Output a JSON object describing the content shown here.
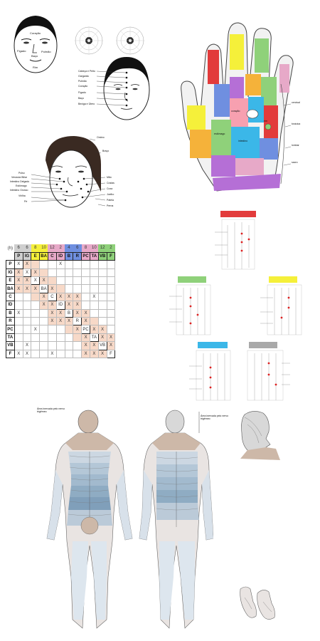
{
  "face_top": {
    "labels": [
      "Coração",
      "Fígado",
      "Baço",
      "Pulmão",
      "Rim"
    ]
  },
  "face_right": {
    "labels": [
      "Cabeça e Peito",
      "Garganta",
      "Pulmão",
      "Coração",
      "Fígado",
      "Baço",
      "Bexiga e Útero"
    ]
  },
  "face_bottom": {
    "labels_left": [
      "Pulso",
      "Vesícula Biliar",
      "Intestino Delgado",
      "Estômago",
      "Intestino Grosso",
      "Virilha",
      "Pé"
    ],
    "labels_right": [
      "Ombro",
      "Braço",
      "Mão",
      "Costas",
      "Coxa",
      "Joelho",
      "Patela",
      "Perna"
    ]
  },
  "hand": {
    "labels": [
      "cervical",
      "torácica",
      "lombar",
      "sacro",
      "coração",
      "estômago",
      "rim",
      "intestino"
    ]
  },
  "grid": {
    "corner": "(h)",
    "hours": [
      "6",
      "6",
      "8",
      "10",
      "12",
      "2",
      "4",
      "6",
      "8",
      "10",
      "12",
      "2"
    ],
    "hour_colors": [
      "#cfcfcf",
      "#cfcfcf",
      "#f5f03a",
      "#f5f03a",
      "#e7a9c8",
      "#e7a9c8",
      "#6f8fe0",
      "#6f8fe0",
      "#e7a9c8",
      "#e7a9c8",
      "#8fd17a",
      "#8fd17a"
    ],
    "cols": [
      "P",
      "IG",
      "E",
      "BA",
      "C",
      "ID",
      "B",
      "R",
      "PC",
      "TA",
      "VB",
      "F"
    ],
    "rows": [
      {
        "name": "P",
        "cells": [
          "X",
          "X",
          "",
          "",
          "",
          "X",
          "",
          "",
          "",
          "",
          "",
          ""
        ]
      },
      {
        "name": "IG",
        "cells": [
          "X",
          "X",
          "X",
          "",
          "",
          "",
          "",
          "",
          "",
          "",
          "",
          ""
        ]
      },
      {
        "name": "E",
        "cells": [
          "X",
          "X",
          "X",
          "X",
          "",
          "",
          "",
          "",
          "",
          "",
          "",
          ""
        ]
      },
      {
        "name": "BA",
        "cells": [
          "X",
          "X",
          "X",
          "BA",
          "X",
          "",
          "",
          "",
          "",
          "",
          "",
          ""
        ]
      },
      {
        "name": "C",
        "cells": [
          "",
          "",
          "",
          "X",
          "C",
          "X",
          "X",
          "X",
          "",
          "X",
          "",
          ""
        ]
      },
      {
        "name": "ID",
        "cells": [
          "",
          "",
          "",
          "X",
          "X",
          "ID",
          "X",
          "X",
          "",
          "",
          "",
          ""
        ]
      },
      {
        "name": "B",
        "cells": [
          "X",
          "",
          "",
          "",
          "X",
          "X",
          "B",
          "X",
          "X",
          "",
          "",
          ""
        ]
      },
      {
        "name": "R",
        "cells": [
          "",
          "",
          "",
          "",
          "X",
          "X",
          "X",
          "R",
          "X",
          "",
          "",
          ""
        ]
      },
      {
        "name": "PC",
        "cells": [
          "",
          "",
          "X",
          "",
          "",
          "",
          "",
          "X",
          "PC",
          "X",
          "X",
          ""
        ]
      },
      {
        "name": "TA",
        "cells": [
          "",
          "",
          "",
          "",
          "",
          "",
          "",
          "",
          "X",
          "TA",
          "X",
          "X"
        ]
      },
      {
        "name": "VB",
        "cells": [
          "",
          "X",
          "",
          "",
          "",
          "",
          "",
          "",
          "X",
          "X",
          "VB",
          "X"
        ]
      },
      {
        "name": "F",
        "cells": [
          "X",
          "X",
          "",
          "",
          "X",
          "",
          "",
          "",
          "X",
          "X",
          "X",
          "F"
        ]
      }
    ]
  },
  "meridian_charts": [
    {
      "color": "#e23b3b"
    },
    {
      "color": "#8fd17a"
    },
    {
      "color": "#f5f03a"
    },
    {
      "color": "#3bb7e8"
    },
    {
      "color": "#a9a9a9"
    }
  ],
  "dermatome": {
    "note_left": "Área inervada pelo nervo trigêmeo",
    "note_right": "Área inervada pelo nervo trigêmeo"
  }
}
